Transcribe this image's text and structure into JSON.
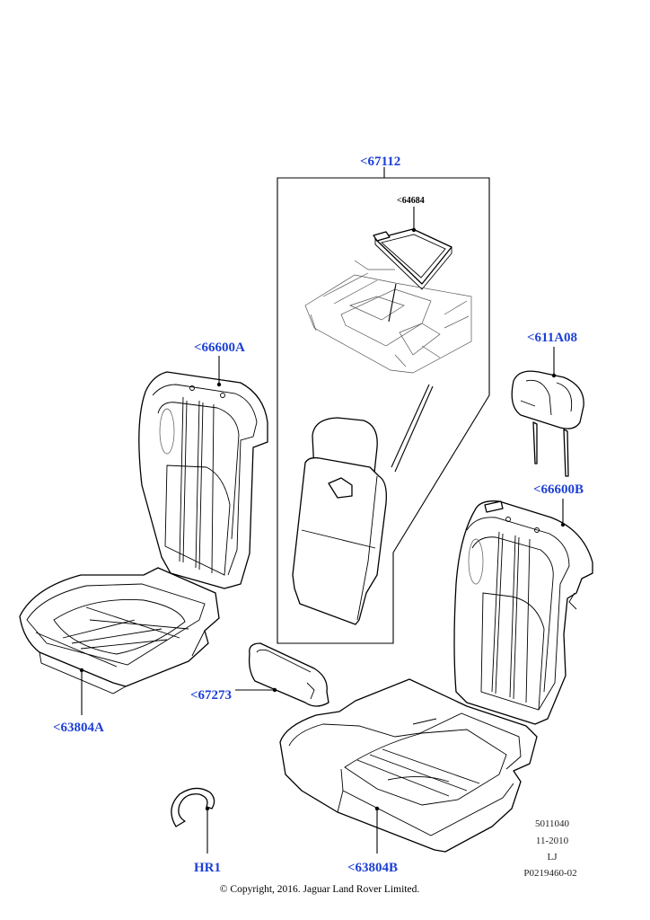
{
  "callouts": {
    "c67112": "<67112",
    "c64684": "<64684",
    "c66600A": "<66600A",
    "c611A08": "<611A08",
    "c66600B": "<66600B",
    "c67273": "<67273",
    "c63804A": "<63804A",
    "c63804B": "<63804B",
    "hr1": "HR1"
  },
  "drawing_info": {
    "line1": "5011040",
    "line2": "11-2010",
    "line3": "LJ",
    "line4": "P0219460-02"
  },
  "copyright": "© Copyright, 2016. Jaguar Land Rover Limited.",
  "colors": {
    "callout": "#1c3fd6",
    "lines": "#000000",
    "background": "#ffffff"
  }
}
